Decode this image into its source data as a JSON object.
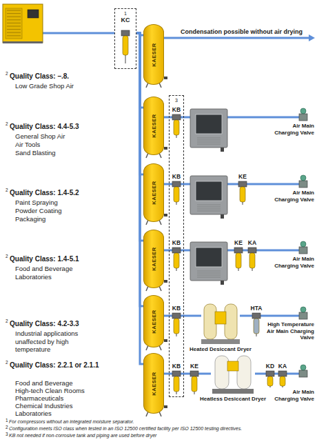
{
  "diagram": {
    "nodes": [
      {
        "text": [
          "1",
          "KC"
        ]
      },
      {
        "text": [
          "KAESER"
        ]
      },
      {
        "text": [
          "KAESER"
        ]
      },
      {
        "text": [
          "3"
        ]
      },
      {
        "text": [
          "KAESER"
        ]
      },
      {
        "text": [
          "KAESER"
        ]
      },
      {
        "text": [
          "KAESER"
        ]
      },
      {
        "text": [
          "Heated Desiccant Dryer"
        ]
      },
      {
        "text": [
          "KAESER"
        ]
      },
      {
        "text": [
          "Heatless Desiccant Dryer"
        ]
      }
    ],
    "edges": [
      {
        "from": 0,
        "to": 1,
        "arrow": "none"
      },
      {
        "from": 0,
        "to": 2,
        "arrow": "none"
      },
      {
        "from": 0,
        "to": 4,
        "arrow": "none"
      },
      {
        "from": 0,
        "to": 5,
        "arrow": "none"
      },
      {
        "from": 0,
        "to": 6,
        "arrow": "none"
      },
      {
        "from": 0,
        "to": 8,
        "arrow": "none"
      },
      {
        "from": 6,
        "to": 7,
        "arrow": "none"
      },
      {
        "from": 8,
        "to": 9,
        "arrow": "none"
      }
    ],
    "labels": [
      "Condensation possible without air drying",
      "2",
      "Quality Class: –.8.",
      "Low Grade Shop Air",
      "2",
      "Quality Class: 4.4-5.3",
      "General Shop Air",
      "Air Tools",
      "Sand Blasting",
      "KB",
      "Air Main Charging Valve",
      "2",
      "Quality Class: 1.4-5.2",
      "Paint Spraying",
      "Powder Coating",
      "Packaging",
      "KB",
      "KE",
      "Air Main Charging Valve",
      "2",
      "Quality Class: 1.4-5.1",
      "Food and Beverage",
      "Laboratories",
      "KB",
      "KE",
      "KA",
      "Air Main Charging Valve",
      "2",
      "Quality Class: 4.2-3.3",
      "Industrial applications unaffected by high temperature",
      "KB",
      "HTA",
      "High Temperature Air Main Charging Valve",
      "2",
      "Quality Class: 2.2.1 or 2.1.1",
      "Food and Beverage",
      "High-tech Clean Rooms",
      "Pharmaceuticals",
      "Chemical Industries",
      "Laboratories",
      "KB",
      "KE",
      "KD",
      "KA",
      "Air Main Charging Valve",
      "1",
      "For compressors without an integrated moisture separator.",
      "2",
      "Configuration meets ISO class when tested in an ISO 12500 certified facility per ISO 12500 testing directives.",
      "3",
      "KB not needed if non-corrosive tank and piping are used before dryer"
    ]
  }
}
